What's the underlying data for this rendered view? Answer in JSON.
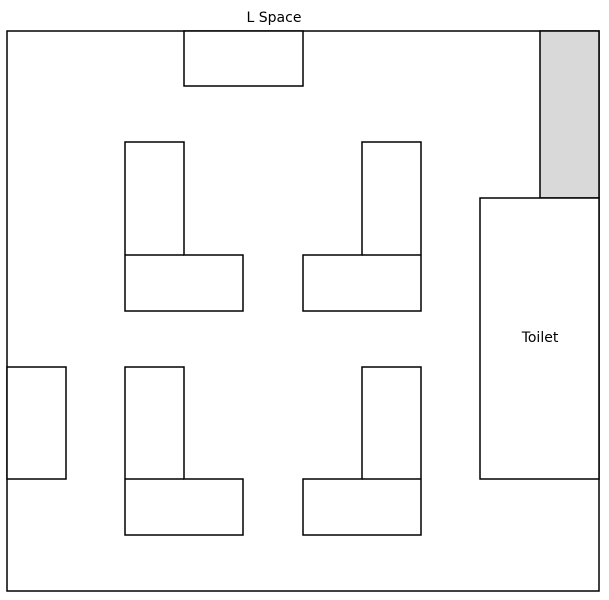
{
  "title": "L Space",
  "rooms": [
    {
      "id": "toilet",
      "label": "Toilet"
    }
  ],
  "colors": {
    "stroke": "#000000",
    "background": "#ffffff",
    "shaded_area": "#d9d9d9"
  }
}
